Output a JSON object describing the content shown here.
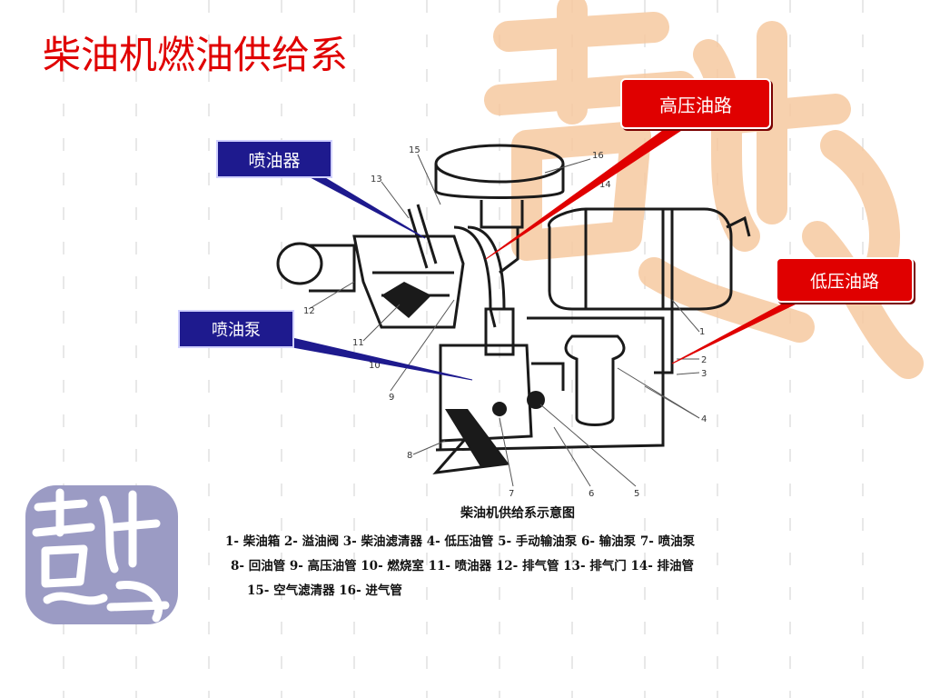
{
  "title": "柴油机燃油供给系",
  "callouts": {
    "injector": "喷油器",
    "pump": "喷油泵",
    "high_pressure": "高压油路",
    "low_pressure": "低压油路"
  },
  "diagram": {
    "caption": "柴油机供给系示意图",
    "legend_lines": [
      "1- 柴油箱  2- 溢油阀  3- 柴油滤清器  4- 低压油管  5- 手动输油泵  6- 输油泵  7- 喷油泵",
      "8- 回油管  9- 高压油管  10- 燃烧室  11- 喷油器  12- 排气管  13- 排气门  14- 排油管",
      "15- 空气滤清器  16- 进气管"
    ],
    "part_numbers": [
      "1",
      "2",
      "3",
      "4",
      "5",
      "6",
      "7",
      "8",
      "9",
      "10",
      "11",
      "12",
      "13",
      "14",
      "15",
      "16"
    ]
  },
  "colors": {
    "title": "#e00000",
    "callout_blue": "#1e1a8e",
    "callout_red": "#e00000",
    "watermark": "#f6c9a0",
    "seal": "#9b9bc4"
  }
}
